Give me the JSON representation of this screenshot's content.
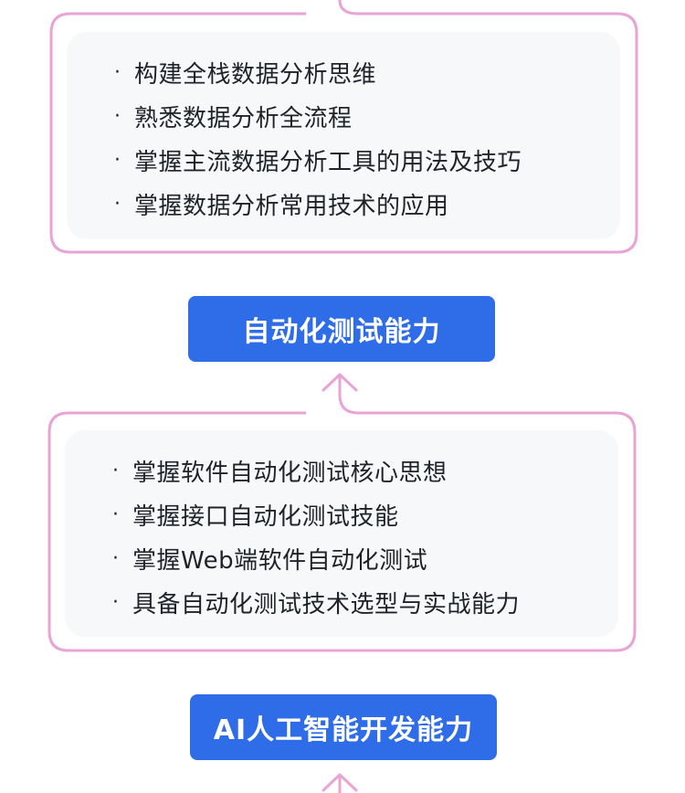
{
  "section_one": {
    "items": [
      "构建全栈数据分析思维",
      "熟悉数据分析全流程",
      "掌握主流数据分析工具的用法及技巧",
      "掌握数据分析常用技术的应用"
    ]
  },
  "milestone_one": {
    "label": "自动化测试能力"
  },
  "section_two": {
    "items": [
      "掌握软件自动化测试核心思想",
      "掌握接口自动化测试技能",
      "掌握Web端软件自动化测试",
      "具备自动化测试技术选型与实战能力"
    ]
  },
  "milestone_two": {
    "label": "AI人工智能开发能力"
  },
  "bullet_symbol": "·",
  "colors": {
    "frame_pink": "#e9a3d4",
    "badge_blue": "#2f6de8",
    "panel_bg": "#f7f8fa",
    "text_dark": "#1f2329"
  }
}
